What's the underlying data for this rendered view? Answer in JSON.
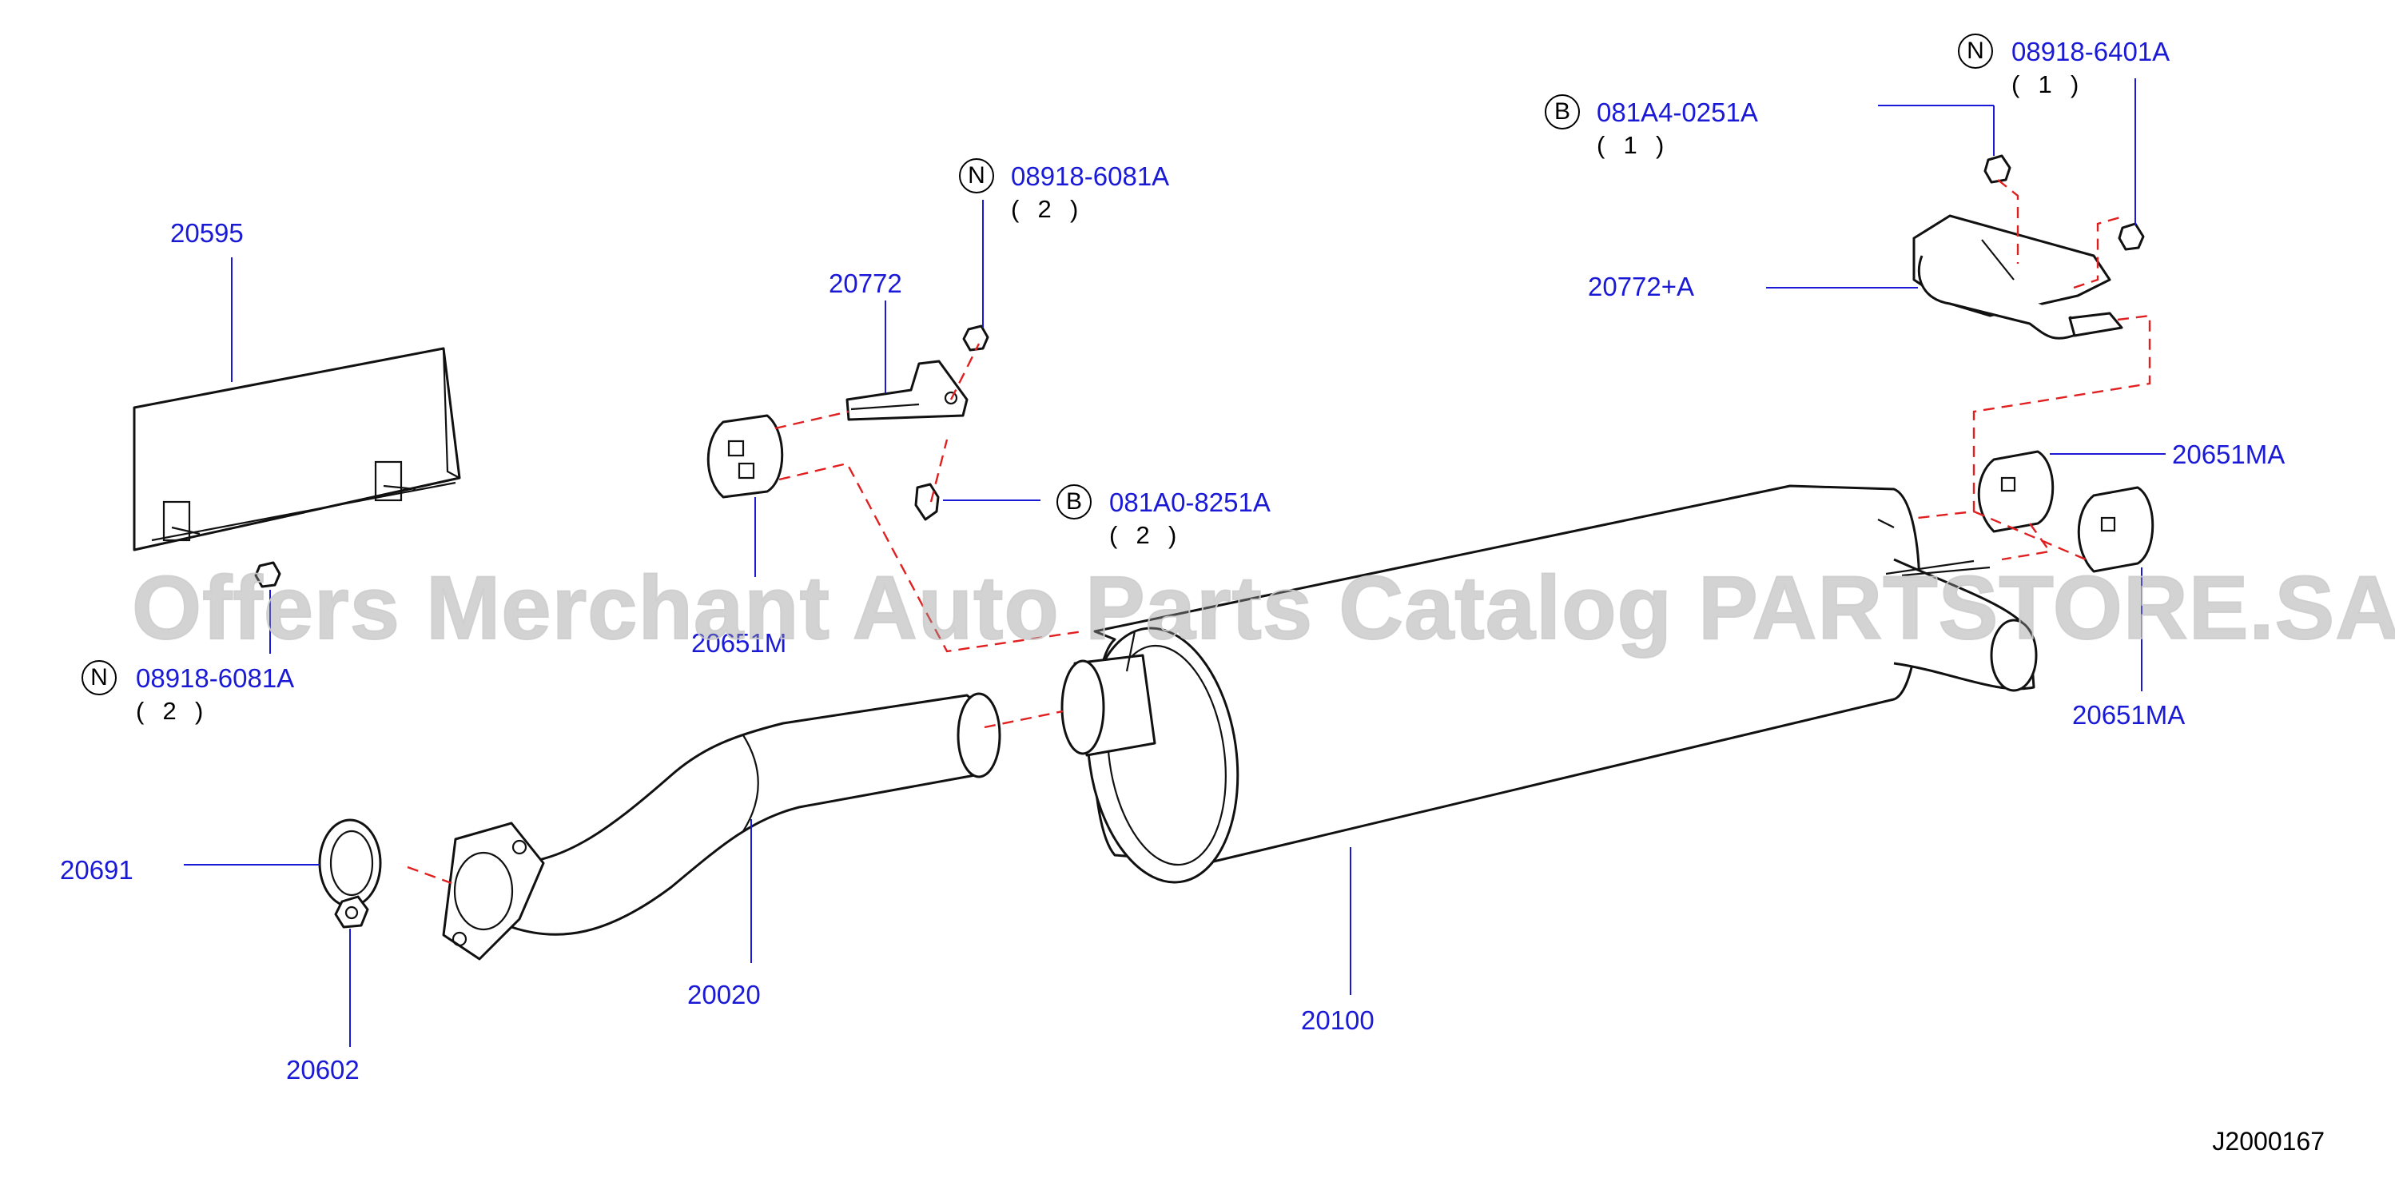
{
  "watermark": "Offers Merchant Auto Parts Catalog PARTSTORE.SA",
  "diagram_id": "J2000167",
  "colors": {
    "part_label": "#1a1ad6",
    "leader_line": "#1a1ad6",
    "dashed_guide": "#e02020",
    "sketch": "#111111",
    "watermark": "#969696"
  },
  "icons": {
    "badge-N": "circled-letter-N",
    "badge-B": "circled-letter-B"
  },
  "labels": {
    "p20595": "20595",
    "p20772": "20772",
    "p20772a": "20772+A",
    "p20651m": "20651M",
    "p20651ma_top": "20651MA",
    "p20651ma_bottom": "20651MA",
    "p20691": "20691",
    "p20602": "20602",
    "p20020": "20020",
    "p20100": "20100"
  },
  "fasteners": {
    "n_6081_left": {
      "badge": "N",
      "code": "08918-6081A",
      "qty": "(  2  )"
    },
    "n_6081_center": {
      "badge": "N",
      "code": "08918-6081A",
      "qty": "(  2  )"
    },
    "b_8251": {
      "badge": "B",
      "code": "081A0-8251A",
      "qty": "(  2  )"
    },
    "b_0251": {
      "badge": "B",
      "code": "081A4-0251A",
      "qty": "(  1  )"
    },
    "n_6401": {
      "badge": "N",
      "code": "08918-6401A",
      "qty": "(  1  )"
    }
  }
}
